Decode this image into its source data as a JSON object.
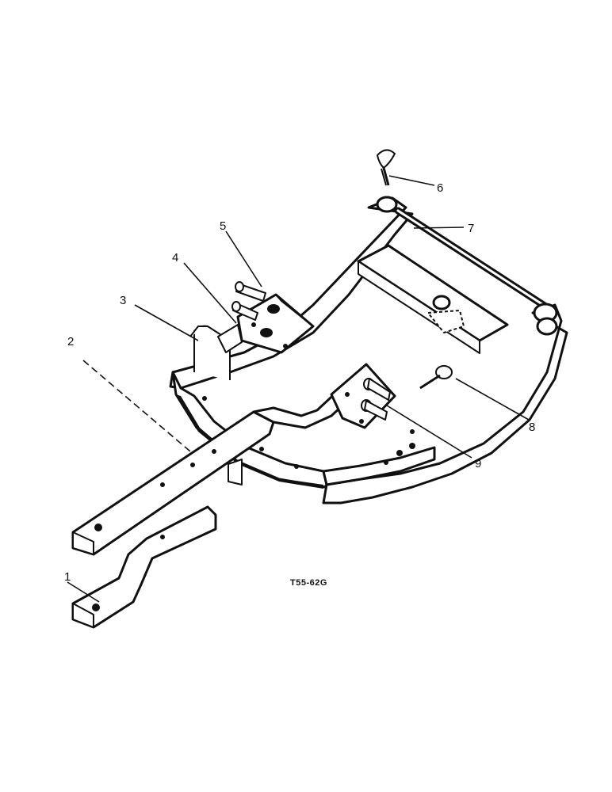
{
  "callouts": {
    "c1": "1",
    "c2": "2",
    "c3": "3",
    "c4": "4",
    "c5": "5",
    "c6": "6",
    "c7": "7",
    "c8": "8",
    "c9": "9"
  },
  "figure_ref": "T55-62G"
}
